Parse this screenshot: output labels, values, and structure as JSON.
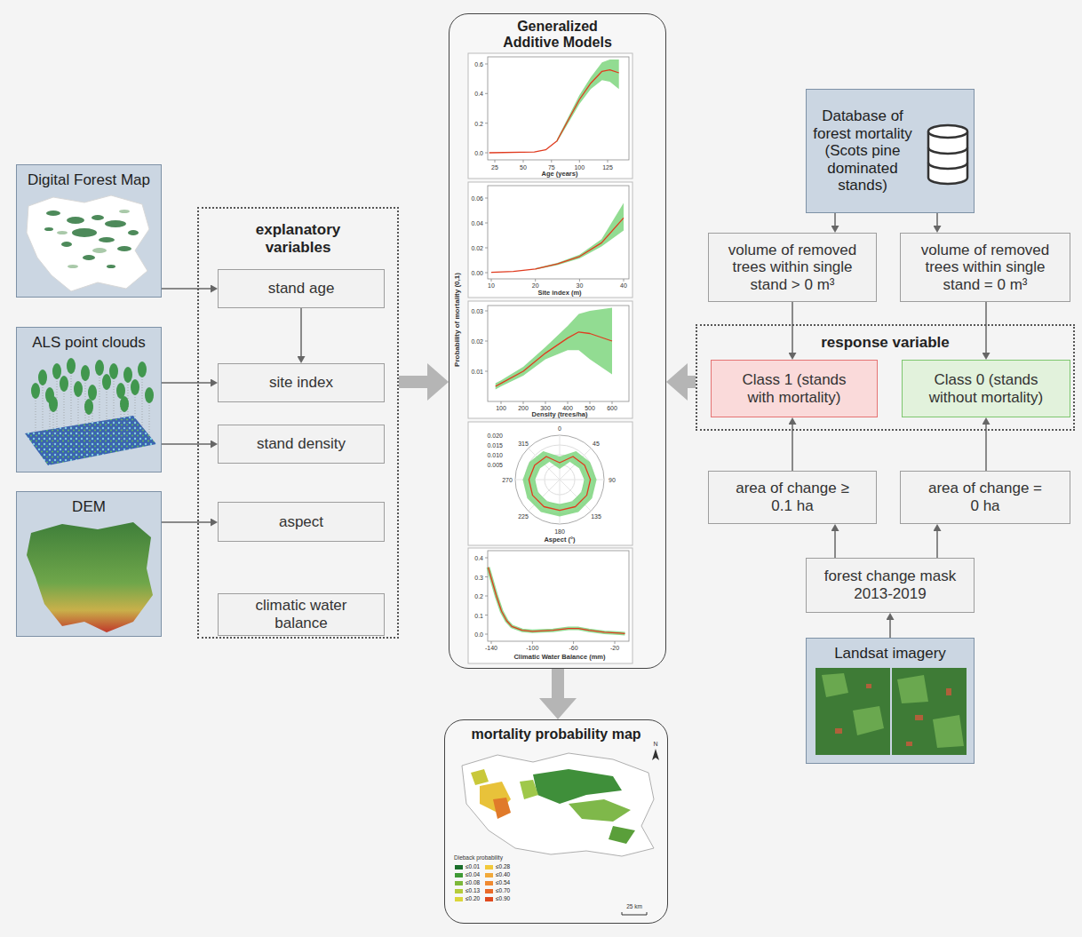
{
  "diagram": {
    "nodes": [
      {
        "text": [
          "Digital Forest Map"
        ]
      },
      {
        "text": [
          "ALS point clouds"
        ]
      },
      {
        "text": [
          "DEM"
        ]
      },
      {
        "text": [
          "explanatory variables"
        ]
      },
      {
        "text": [
          "stand age"
        ],
        "in": 3
      },
      {
        "text": [
          "site index"
        ],
        "in": 3
      },
      {
        "text": [
          "stand density"
        ],
        "in": 3
      },
      {
        "text": [
          "aspect"
        ],
        "in": 3
      },
      {
        "text": [
          "climatic water balance"
        ],
        "in": 3
      },
      {
        "text": [
          "Generalized Additive Models"
        ]
      },
      {
        "text": [
          "mortality probability map"
        ]
      },
      {
        "text": [
          "Database of forest mortality (Scots pine dominated stands)"
        ]
      },
      {
        "text": [
          "volume of removed trees within single stand > 0 m³"
        ]
      },
      {
        "text": [
          "volume of removed trees within single stand = 0 m³"
        ]
      },
      {
        "text": [
          "response variable"
        ]
      },
      {
        "text": [
          "Class 1 (stands with mortality)"
        ],
        "in": 14
      },
      {
        "text": [
          "Class 0 (stands without mortality)"
        ],
        "in": 14
      },
      {
        "text": [
          "area of change ≥ 0.1 ha"
        ]
      },
      {
        "text": [
          "area of change = 0 ha"
        ]
      },
      {
        "text": [
          "forest change mask 2013-2019"
        ]
      },
      {
        "text": [
          "Landsat imagery"
        ]
      }
    ],
    "edges": [
      {
        "from": 0,
        "to": 4,
        "arrow": "to"
      },
      {
        "from": 4,
        "to": 5,
        "arrow": "to"
      },
      {
        "from": 1,
        "to": 5,
        "arrow": "to"
      },
      {
        "from": 1,
        "to": 6,
        "arrow": "to"
      },
      {
        "from": 2,
        "to": 7,
        "arrow": "to"
      },
      {
        "from": 3,
        "to": 9,
        "arrow": "to"
      },
      {
        "from": 14,
        "to": 9,
        "arrow": "to"
      },
      {
        "from": 9,
        "to": 10,
        "arrow": "to"
      },
      {
        "from": 11,
        "to": 12,
        "arrow": "to"
      },
      {
        "from": 11,
        "to": 13,
        "arrow": "to"
      },
      {
        "from": 12,
        "to": 15,
        "arrow": "to"
      },
      {
        "from": 13,
        "to": 16,
        "arrow": "to"
      },
      {
        "from": 17,
        "to": 15,
        "arrow": "to"
      },
      {
        "from": 18,
        "to": 16,
        "arrow": "to"
      },
      {
        "from": 19,
        "to": 17,
        "arrow": "to"
      },
      {
        "from": 19,
        "to": 18,
        "arrow": "to"
      },
      {
        "from": 20,
        "to": 19,
        "arrow": "to"
      }
    ],
    "labels": [
      "0.6",
      "0.4",
      "0.2",
      "0.0",
      "25",
      "50",
      "75",
      "100",
      "125",
      "Age (years)",
      "Probability of mortality (0,1)",
      "0.06",
      "0.04",
      "0.02",
      "0.00",
      "10",
      "20",
      "30",
      "40",
      "Site index (m)",
      "0.03",
      "0.02",
      "0.01",
      "100",
      "200",
      "300",
      "400",
      "500",
      "600",
      "Density (trees/ha)",
      "0.020",
      "0.015",
      "0.010",
      "0.005",
      "0",
      "45",
      "90",
      "135",
      "180",
      "225",
      "270",
      "315",
      "Aspect (°)",
      "0.4",
      "0.3",
      "0.2",
      "0.1",
      "0.0",
      "-140",
      "-100",
      "-60",
      "-20",
      "Climatic Water Balance (mm)",
      "N",
      "Dieback probability",
      "25 km"
    ],
    "legend": [
      {
        "text": "≤0.01",
        "color": "#1a6e2a"
      },
      {
        "text": "≤0.04",
        "color": "#3f9a35"
      },
      {
        "text": "≤0.08",
        "color": "#7db83a"
      },
      {
        "text": "≤0.13",
        "color": "#b5cc3a"
      },
      {
        "text": "≤0.20",
        "color": "#dcd63a"
      },
      {
        "text": "≤0.28",
        "color": "#f2c93a"
      },
      {
        "text": "≤0.40",
        "color": "#f2a93a"
      },
      {
        "text": "≤0.54",
        "color": "#f08a30"
      },
      {
        "text": "≤0.70",
        "color": "#ea6a28"
      },
      {
        "text": "≤0.90",
        "color": "#e04a1e"
      }
    ]
  }
}
